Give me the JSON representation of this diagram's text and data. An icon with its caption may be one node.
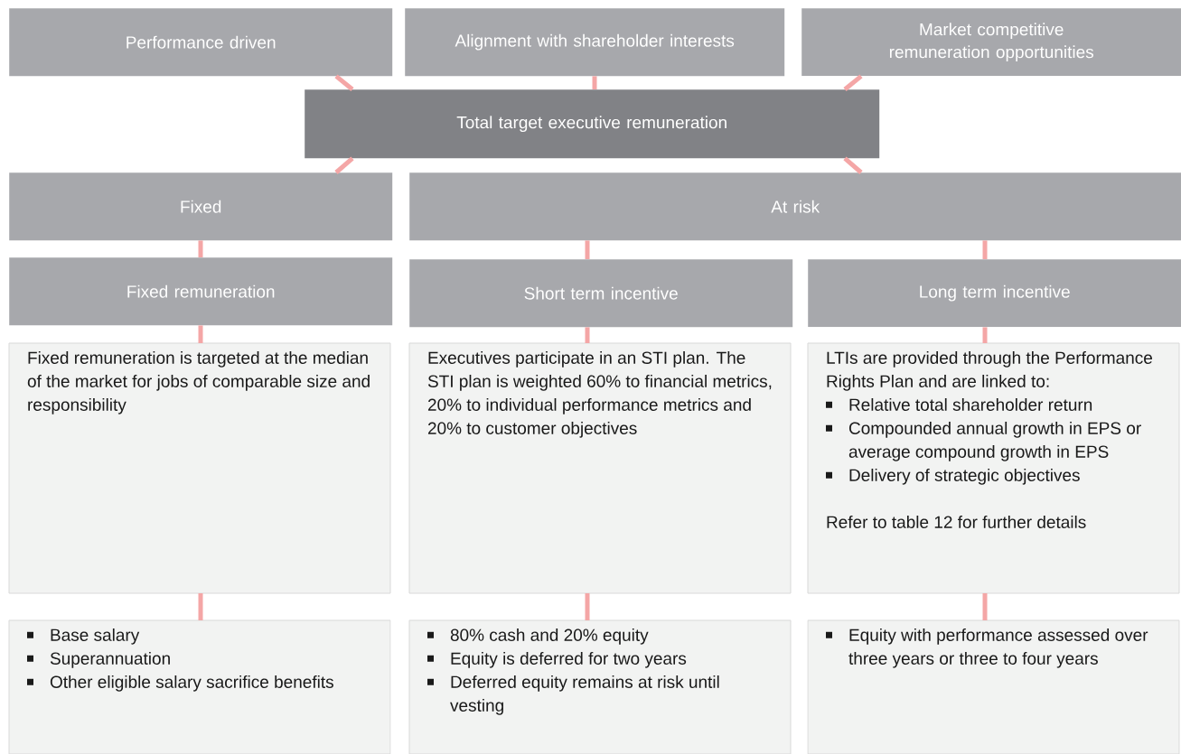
{
  "diagram": {
    "nodes": [
      {
        "text": [
          "Performance driven"
        ]
      },
      {
        "text": [
          "Alignment with shareholder interests"
        ]
      },
      {
        "text": [
          "Market competitive remuneration opportunities"
        ]
      },
      {
        "text": [
          "Total target executive remuneration"
        ]
      },
      {
        "text": [
          "Fixed"
        ]
      },
      {
        "text": [
          "At risk"
        ]
      },
      {
        "text": [
          "Fixed remuneration"
        ]
      },
      {
        "text": [
          "Short term incentive"
        ]
      },
      {
        "text": [
          "Long term incentive"
        ]
      },
      {
        "text": [
          "Fixed remuneration is targeted at the median of the market for jobs of comparable size and responsibility"
        ]
      },
      {
        "text": [
          "Executives participate in an STI plan. The STI plan is weighted 60% to financial metrics, 20% to individual performance metrics and 20% to customer objectives"
        ]
      },
      {
        "text": [
          "LTIs are provided through the Performance Rights Plan and are linked to:",
          "Relative total shareholder return",
          "Compounded annual growth in EPS or average compound growth in EPS",
          "Delivery of strategic objectives",
          "Refer to table 12 for further details"
        ]
      },
      {
        "text": [
          "Base salary",
          "Superannuation",
          "Other eligible salary sacrifice benefits"
        ]
      },
      {
        "text": [
          "80% cash and 20% equity",
          "Equity is deferred for two years",
          "Deferred equity remains at risk until vesting"
        ]
      },
      {
        "text": [
          "Equity with performance assessed over three years or three to four years"
        ]
      }
    ],
    "edges": [
      {
        "from": 0,
        "to": 3,
        "arrow": "none"
      },
      {
        "from": 1,
        "to": 3,
        "arrow": "none"
      },
      {
        "from": 2,
        "to": 3,
        "arrow": "none"
      },
      {
        "from": 3,
        "to": 4,
        "arrow": "none"
      },
      {
        "from": 3,
        "to": 5,
        "arrow": "none"
      },
      {
        "from": 4,
        "to": 6,
        "arrow": "none"
      },
      {
        "from": 5,
        "to": 7,
        "arrow": "none"
      },
      {
        "from": 5,
        "to": 8,
        "arrow": "none"
      },
      {
        "from": 6,
        "to": 9,
        "arrow": "none"
      },
      {
        "from": 7,
        "to": 10,
        "arrow": "none"
      },
      {
        "from": 8,
        "to": 11,
        "arrow": "none"
      },
      {
        "from": 9,
        "to": 12,
        "arrow": "none"
      },
      {
        "from": 10,
        "to": 13,
        "arrow": "none"
      },
      {
        "from": 11,
        "to": 14,
        "arrow": "none"
      }
    ]
  }
}
